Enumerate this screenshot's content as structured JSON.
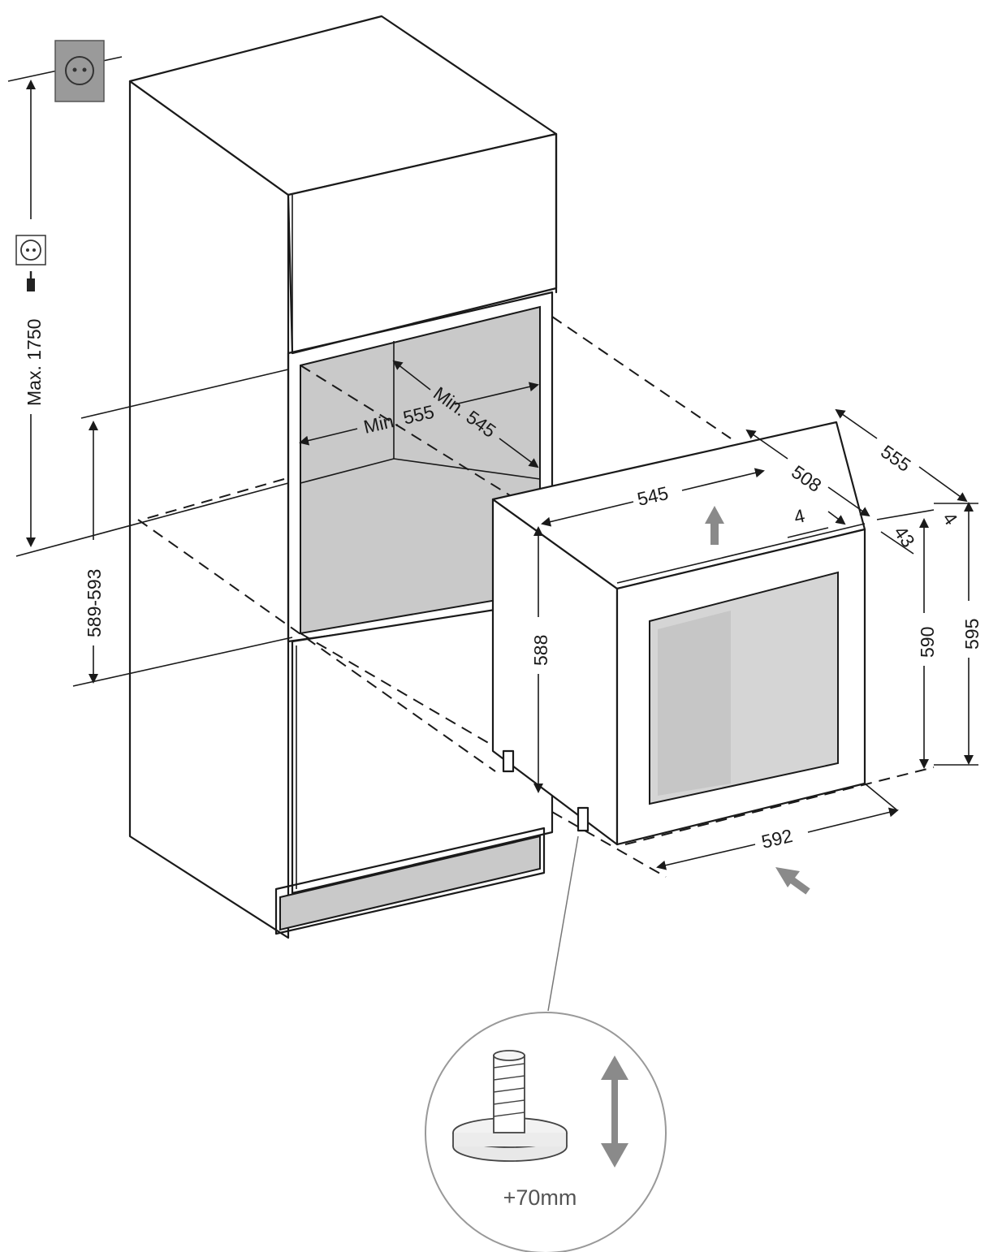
{
  "dimensions": {
    "max_height": "Max. 1750",
    "niche_height": "589-593",
    "niche_width_min": "Min. 555",
    "niche_depth_min": "Min. 545",
    "unit_width_top": "545",
    "unit_depth_508": "508",
    "unit_depth_555": "555",
    "gap_left": "4",
    "gap_right": "4",
    "door_thickness": "43",
    "body_height": "588",
    "door_height": "590",
    "total_height": "595",
    "total_width": "592"
  },
  "callout": {
    "label": "+70mm"
  },
  "icons": [
    "wall-socket-icon",
    "power-plug-icon",
    "adjustable-foot-icon",
    "up-arrow-icon",
    "push-arrow-icon",
    "double-arrow-icon"
  ],
  "colors": {
    "line": "#1a1a1a",
    "niche_fill": "#c9c9c9",
    "socket_fill": "#9a9a9a",
    "arrow_fill": "#8a8a8a"
  }
}
